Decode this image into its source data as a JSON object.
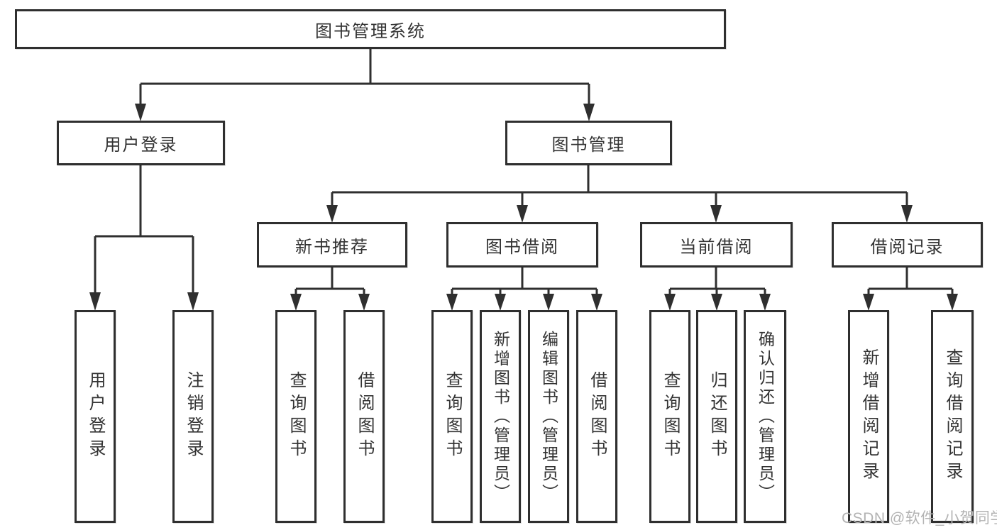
{
  "diagram": {
    "root": {
      "label": "图书管理系统"
    },
    "level2": [
      {
        "label": "用户登录"
      },
      {
        "label": "图书管理"
      }
    ],
    "level3": [
      {
        "label": "新书推荐"
      },
      {
        "label": "图书借阅"
      },
      {
        "label": "当前借阅"
      },
      {
        "label": "借阅记录"
      }
    ],
    "leaves": {
      "user_login": [
        "用户登录",
        "注销登录"
      ],
      "new_books": [
        "查询图书",
        "借阅图书"
      ],
      "book_borrow": [
        "查询图书",
        "新增图书（管理员）",
        "编辑图书（管理员）",
        "借阅图书"
      ],
      "current_borrow": [
        "查询图书",
        "归还图书",
        "确认归还（管理员）"
      ],
      "borrow_records": [
        "新增借阅记录",
        "查询借阅记录"
      ]
    },
    "watermark": "CSDN @软件_小贺同学",
    "colors": {
      "line": "#2f2f2f",
      "text": "#333333",
      "watermark": "#b3b3b3",
      "background": "#ffffff"
    }
  }
}
